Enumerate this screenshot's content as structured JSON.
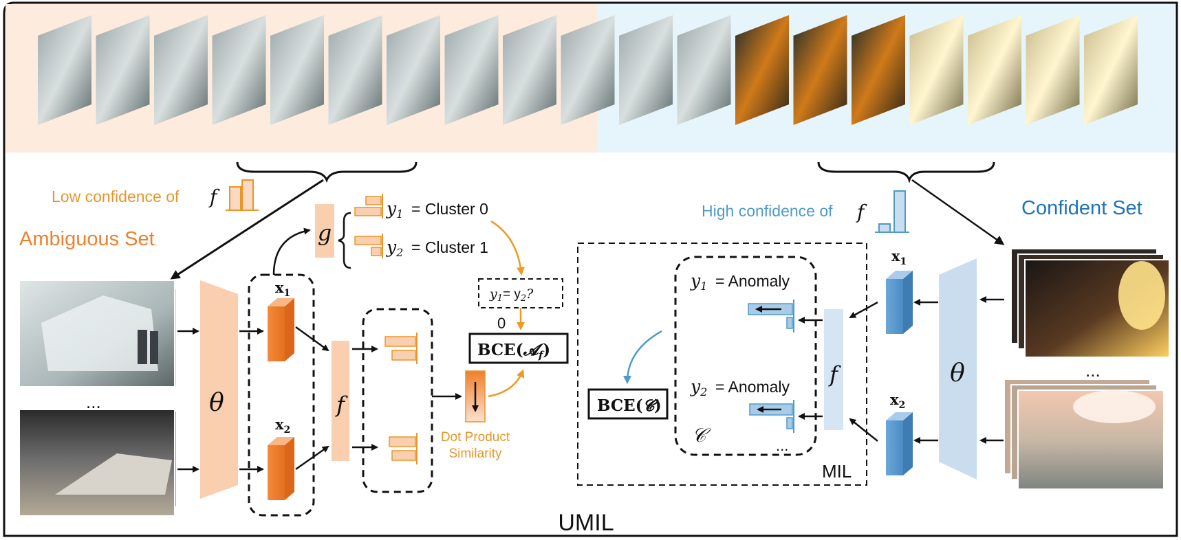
{
  "labels": {
    "low_conf": "Low confidence of",
    "high_conf": "High confidence of",
    "ambiguous_set": "Ambiguous Set",
    "confident_set": "Confident Set",
    "theta": "θ",
    "g": "g",
    "f": "f",
    "x1": "x",
    "x2": "x",
    "sub1": "1",
    "sub2": "2",
    "y1_cluster": "= Cluster 0",
    "y2_cluster": "= Cluster 1",
    "y1": "y",
    "y2": "y",
    "eq_question": "= y",
    "eq_question_tail": "?",
    "zero": "0",
    "bce_af": "BCE(",
    "bce_af_sym": "𝓐",
    "bce_af_sub": "f",
    "bce_af_close": ")",
    "bce_c": "BCE(",
    "bce_c_sym": "𝓒",
    "bce_c_close": ")",
    "dot_product_1": "Dot Product",
    "dot_product_2": "Similarity",
    "y1_anomaly": "= Anomaly",
    "y2_anomaly": "= Anomaly",
    "c_set": "𝒞",
    "mil": "MIL",
    "umil": "UMIL",
    "ellipsis": "...",
    "ellipsis_left": "...",
    "ellipsis_right": "..."
  },
  "colors": {
    "orange_text": "#E8962A",
    "orange_deep": "#F07F2E",
    "peach": "#F9CFB0",
    "peach_bg": "#FDEBDD",
    "blue_text": "#4E9ACB",
    "blue_deep": "#1F74B7",
    "blue_light": "#C9DDEF",
    "blue_bg": "#E6F5FB",
    "cube_orange": "#F48535",
    "cube_blue": "#5A9BD1"
  }
}
